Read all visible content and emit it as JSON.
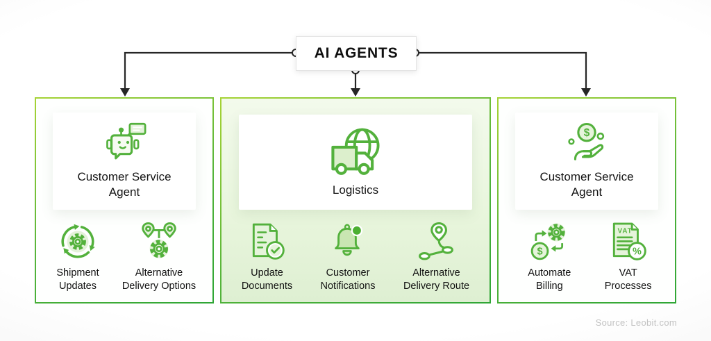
{
  "header": {
    "title": "AI AGENTS"
  },
  "cards": [
    {
      "title": "Customer Service Agent",
      "items": [
        {
          "label": "Shipment Updates",
          "icon": "shipment-updates-icon"
        },
        {
          "label": "Alternative Delivery Options",
          "icon": "alternative-delivery-options-icon"
        }
      ]
    },
    {
      "title": "Logistics",
      "items": [
        {
          "label": "Update Documents",
          "icon": "update-documents-icon"
        },
        {
          "label": "Customer Notifications",
          "icon": "customer-notifications-icon"
        },
        {
          "label": "Alternative Delivery Route",
          "icon": "alternative-delivery-route-icon"
        }
      ]
    },
    {
      "title": "Customer Service Agent",
      "items": [
        {
          "label": "Automate Billing",
          "icon": "automate-billing-icon"
        },
        {
          "label": "VAT Processes",
          "icon": "vat-processes-icon"
        }
      ]
    }
  ],
  "icons": {
    "dollar_symbol": "$",
    "vat_label": "VAT",
    "percent_symbol": "%"
  },
  "footer": {
    "source": "Source: Leobit.com"
  },
  "colors": {
    "icon_green": "#53B13C",
    "icon_fill_light": "#E4F2DA",
    "icon_fill_medium": "#C9E6B2",
    "border_gradient_start": "#A6D335",
    "border_gradient_end": "#2FA636",
    "middle_card_bg_top": "#F3FAEC",
    "middle_card_bg_bottom": "#DEEFD2",
    "connector_color": "#262626",
    "source_text": "#C2C2C2"
  }
}
